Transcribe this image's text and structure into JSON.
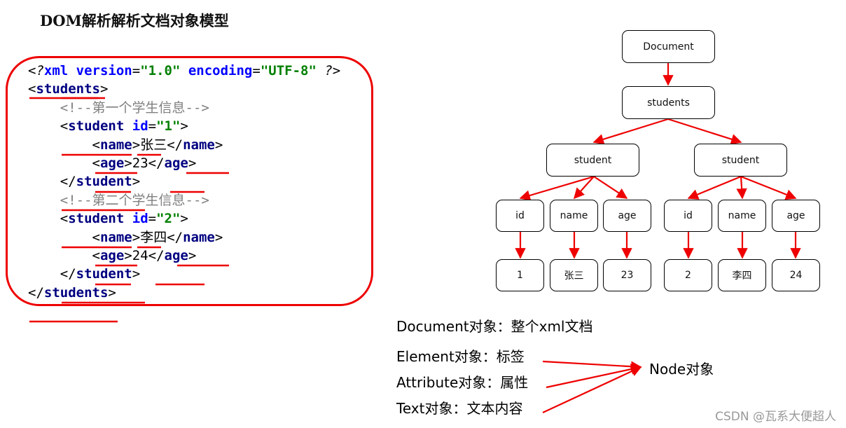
{
  "title": "DOM解析解析文档对象模型",
  "xml_lines": [
    {
      "indent": "",
      "parts": [
        [
          "decl-q",
          "<?"
        ],
        [
          "decl",
          "xml version"
        ],
        [
          "punct",
          "="
        ],
        [
          "val",
          "\"1.0\""
        ],
        [
          "text",
          " "
        ],
        [
          "decl",
          "encoding"
        ],
        [
          "punct",
          "="
        ],
        [
          "val",
          "\"UTF-8\""
        ],
        [
          "text",
          " "
        ],
        [
          "decl-q",
          "?>"
        ]
      ]
    },
    {
      "indent": "",
      "parts": [
        [
          "punct",
          "<"
        ],
        [
          "tag",
          "students"
        ],
        [
          "punct",
          ">"
        ]
      ]
    },
    {
      "indent": "    ",
      "parts": [
        [
          "comment",
          "<!--第一个学生信息-->"
        ]
      ]
    },
    {
      "indent": "    ",
      "parts": [
        [
          "punct",
          "<"
        ],
        [
          "tag",
          "student"
        ],
        [
          "text",
          " "
        ],
        [
          "attr",
          "id"
        ],
        [
          "punct",
          "="
        ],
        [
          "val",
          "\"1\""
        ],
        [
          "punct",
          ">"
        ]
      ]
    },
    {
      "indent": "        ",
      "parts": [
        [
          "punct",
          "<"
        ],
        [
          "tag",
          "name"
        ],
        [
          "punct",
          ">"
        ],
        [
          "text",
          "张三"
        ],
        [
          "punct",
          "</"
        ],
        [
          "tag",
          "name"
        ],
        [
          "punct",
          ">"
        ]
      ]
    },
    {
      "indent": "        ",
      "parts": [
        [
          "punct",
          "<"
        ],
        [
          "tag",
          "age"
        ],
        [
          "punct",
          ">"
        ],
        [
          "text",
          "23"
        ],
        [
          "punct",
          "</"
        ],
        [
          "tag",
          "age"
        ],
        [
          "punct",
          ">"
        ]
      ]
    },
    {
      "indent": "    ",
      "parts": [
        [
          "punct",
          "</"
        ],
        [
          "tag",
          "student"
        ],
        [
          "punct",
          ">"
        ]
      ]
    },
    {
      "indent": "    ",
      "parts": [
        [
          "comment",
          "<!--第二个学生信息-->"
        ]
      ]
    },
    {
      "indent": "    ",
      "parts": [
        [
          "punct",
          "<"
        ],
        [
          "tag",
          "student"
        ],
        [
          "text",
          " "
        ],
        [
          "attr",
          "id"
        ],
        [
          "punct",
          "="
        ],
        [
          "val",
          "\"2\""
        ],
        [
          "punct",
          ">"
        ]
      ]
    },
    {
      "indent": "        ",
      "parts": [
        [
          "punct",
          "<"
        ],
        [
          "tag",
          "name"
        ],
        [
          "punct",
          ">"
        ],
        [
          "text",
          "李四"
        ],
        [
          "punct",
          "</"
        ],
        [
          "tag",
          "name"
        ],
        [
          "punct",
          ">"
        ]
      ]
    },
    {
      "indent": "        ",
      "parts": [
        [
          "punct",
          "<"
        ],
        [
          "tag",
          "age"
        ],
        [
          "punct",
          ">"
        ],
        [
          "text",
          "24"
        ],
        [
          "punct",
          "</"
        ],
        [
          "tag",
          "age"
        ],
        [
          "punct",
          ">"
        ]
      ]
    },
    {
      "indent": "    ",
      "parts": [
        [
          "punct",
          "</"
        ],
        [
          "tag",
          "student"
        ],
        [
          "punct",
          ">"
        ]
      ]
    },
    {
      "indent": "",
      "parts": [
        [
          "punct",
          "</"
        ],
        [
          "tag",
          "students"
        ],
        [
          "punct",
          ">"
        ]
      ]
    }
  ],
  "tree": {
    "document": "Document",
    "students": "students",
    "student_left": "student",
    "student_right": "student",
    "left_id": "id",
    "left_name": "name",
    "left_age": "age",
    "right_id": "id",
    "right_name": "name",
    "right_age": "age",
    "left_id_val": "1",
    "left_name_val": "张三",
    "left_age_val": "23",
    "right_id_val": "2",
    "right_name_val": "李四",
    "right_age_val": "24"
  },
  "legend": {
    "document": "Document对象：整个xml文档",
    "element": "Element对象：标签",
    "attribute": "Attribute对象：属性",
    "text": "Text对象：文本内容",
    "node": "Node对象"
  },
  "watermark": "CSDN @瓦系大便超人",
  "colors": {
    "accent": "#ee0000",
    "tag": "#000080",
    "attr": "#0000ff",
    "value": "#008000",
    "comment": "#808080"
  }
}
